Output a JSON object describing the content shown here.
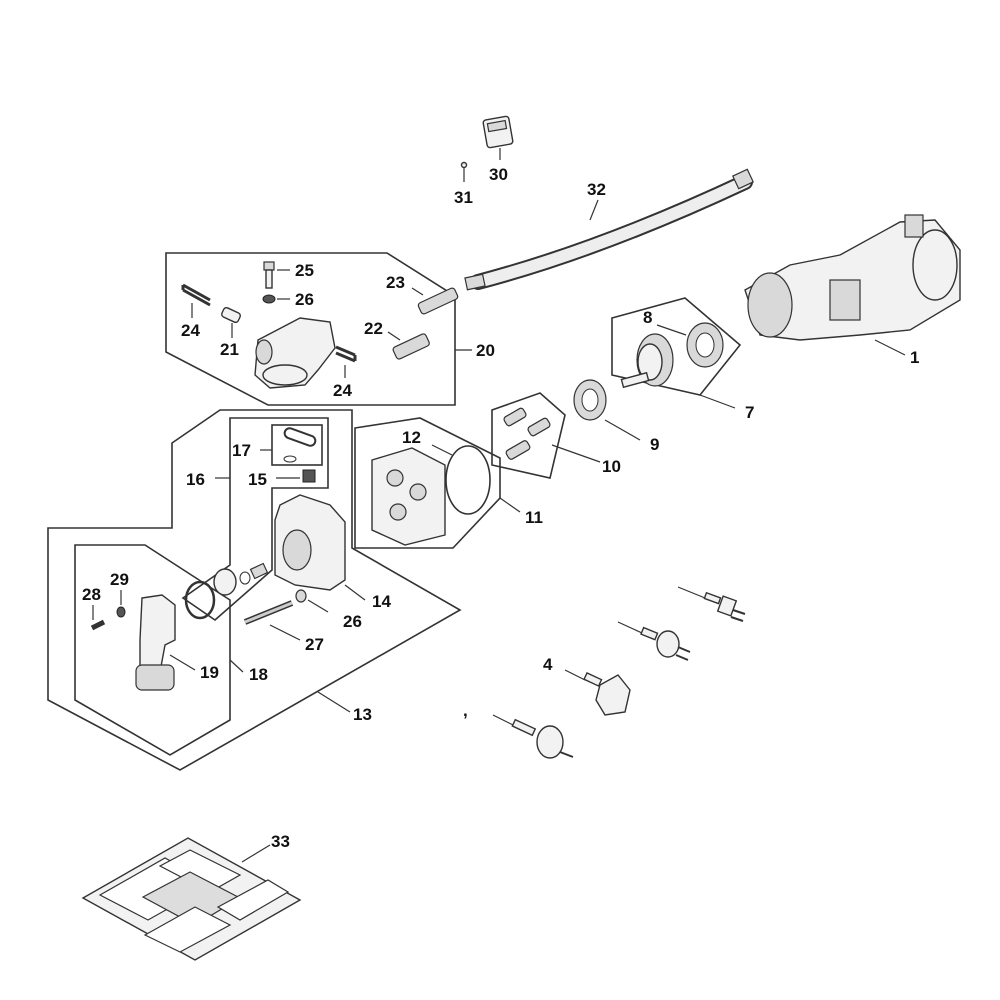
{
  "diagram": {
    "type": "exploded-parts-diagram",
    "callouts": {
      "c1": "1",
      "c4": "4",
      "c7": "7",
      "c8": "8",
      "c9": "9",
      "c10": "10",
      "c11": "11",
      "c12": "12",
      "c13": "13",
      "c14": "14",
      "c15": "15",
      "c16": "16",
      "c17": "17",
      "c18": "18",
      "c19": "19",
      "c20": "20",
      "c21": "21",
      "c22": "22",
      "c23": "23",
      "c24a": "24",
      "c24b": "24",
      "c25": "25",
      "c26a": "26",
      "c26b": "26",
      "c27": "27",
      "c28": "28",
      "c29": "29",
      "c30": "30",
      "c31": "31",
      "c32": "32",
      "c33": "33",
      "stray": ","
    },
    "groups": [
      {
        "id": "20",
        "contains": [
          "21",
          "22",
          "23",
          "24",
          "25",
          "26"
        ]
      },
      {
        "id": "7",
        "contains": [
          "8"
        ]
      },
      {
        "id": "10",
        "contains": []
      },
      {
        "id": "11",
        "contains": [
          "12"
        ]
      },
      {
        "id": "13",
        "contains": [
          "14",
          "16",
          "18",
          "26",
          "27"
        ]
      },
      {
        "id": "16",
        "contains": [
          "15",
          "17"
        ]
      },
      {
        "id": "18",
        "contains": [
          "19",
          "28",
          "29"
        ]
      }
    ]
  }
}
